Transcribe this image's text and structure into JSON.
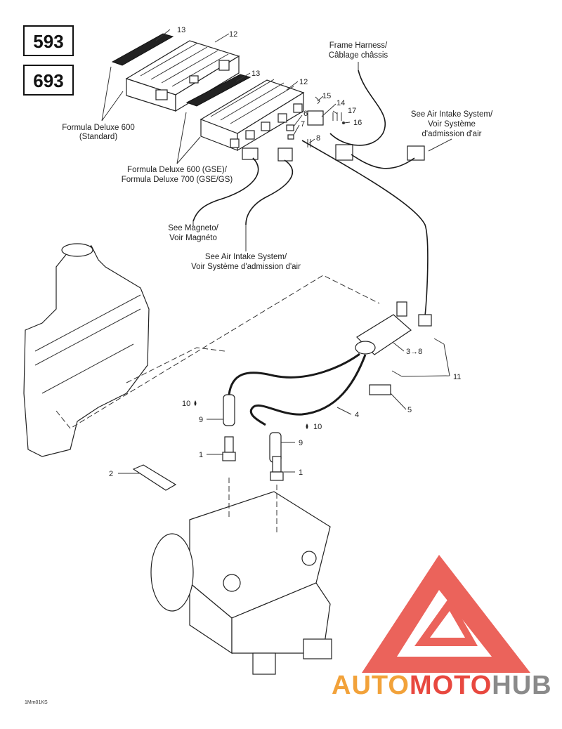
{
  "models": [
    "593",
    "693"
  ],
  "captions": {
    "frame_harness": [
      "Frame Harness/",
      "Câblage châssis"
    ],
    "air_intake_right": [
      "See Air Intake System/",
      "Voir Système",
      "d'admission d'air"
    ],
    "formula_standard": [
      "Formula Deluxe 600",
      "(Standard)"
    ],
    "formula_gse": [
      "Formula Deluxe 600 (GSE)/",
      "Formula Deluxe 700 (GSE/GS)"
    ],
    "magneto": [
      "See Magneto/",
      "Voir Magnéto"
    ],
    "air_intake_center": [
      "See Air Intake System/",
      "Voir Système d'admission d'air"
    ]
  },
  "callouts": {
    "c1a": "1",
    "c1b": "1",
    "c2": "2",
    "c3_8": "3→8",
    "c4": "4",
    "c5": "5",
    "c6": "6",
    "c7": "7",
    "c8": "8",
    "c9a": "9",
    "c9b": "9",
    "c10a": "10",
    "c10b": "10",
    "c11": "11",
    "c12a": "12",
    "c12b": "12",
    "c13a": "13",
    "c13b": "13",
    "c14": "14",
    "c15": "15",
    "c16": "16",
    "c17": "17"
  },
  "drawing_code": "1Mm01KS",
  "watermark": {
    "auto": "AUTO",
    "moto": "MOTO",
    "hub": "HUB"
  },
  "colors": {
    "watermark_red": "#e8483f",
    "watermark_orange": "#f2a23a",
    "watermark_grey": "#8a8a8a"
  }
}
